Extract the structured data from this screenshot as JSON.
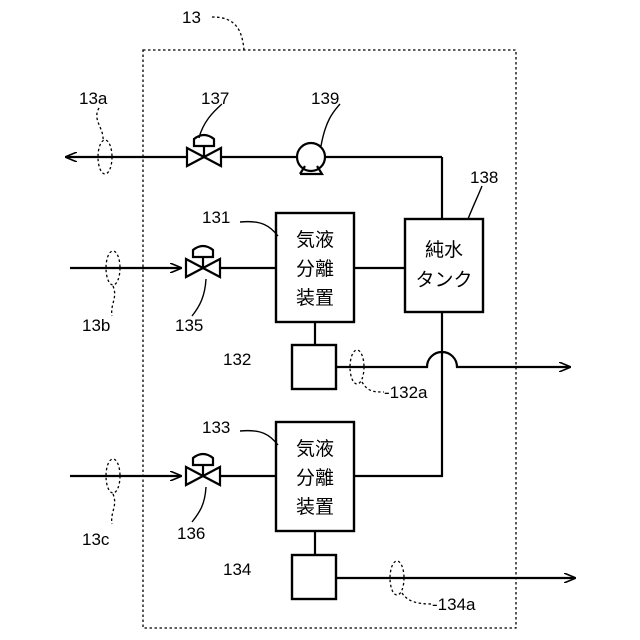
{
  "diagram": {
    "outer_boundary": {
      "label": "13"
    },
    "lines": {
      "line_a": {
        "label": "13a"
      },
      "line_b": {
        "label": "13b"
      },
      "line_c": {
        "label": "13c"
      },
      "line_132a": {
        "label": "-132a"
      },
      "line_134a": {
        "label": "-134a"
      }
    },
    "components": {
      "gas_liquid_separator_1": {
        "ref": "131",
        "text": [
          "気液",
          "分離",
          "装置"
        ]
      },
      "gas_liquid_separator_2": {
        "ref": "133",
        "text": [
          "気液",
          "分離",
          "装置"
        ]
      },
      "pure_water_tank": {
        "ref": "138",
        "text": [
          "純水",
          "タンク"
        ]
      },
      "unit_132": {
        "ref": "132"
      },
      "unit_134": {
        "ref": "134"
      },
      "valve_135": {
        "ref": "135"
      },
      "valve_136": {
        "ref": "136"
      },
      "valve_137": {
        "ref": "137"
      },
      "pump_139": {
        "ref": "139"
      }
    }
  }
}
